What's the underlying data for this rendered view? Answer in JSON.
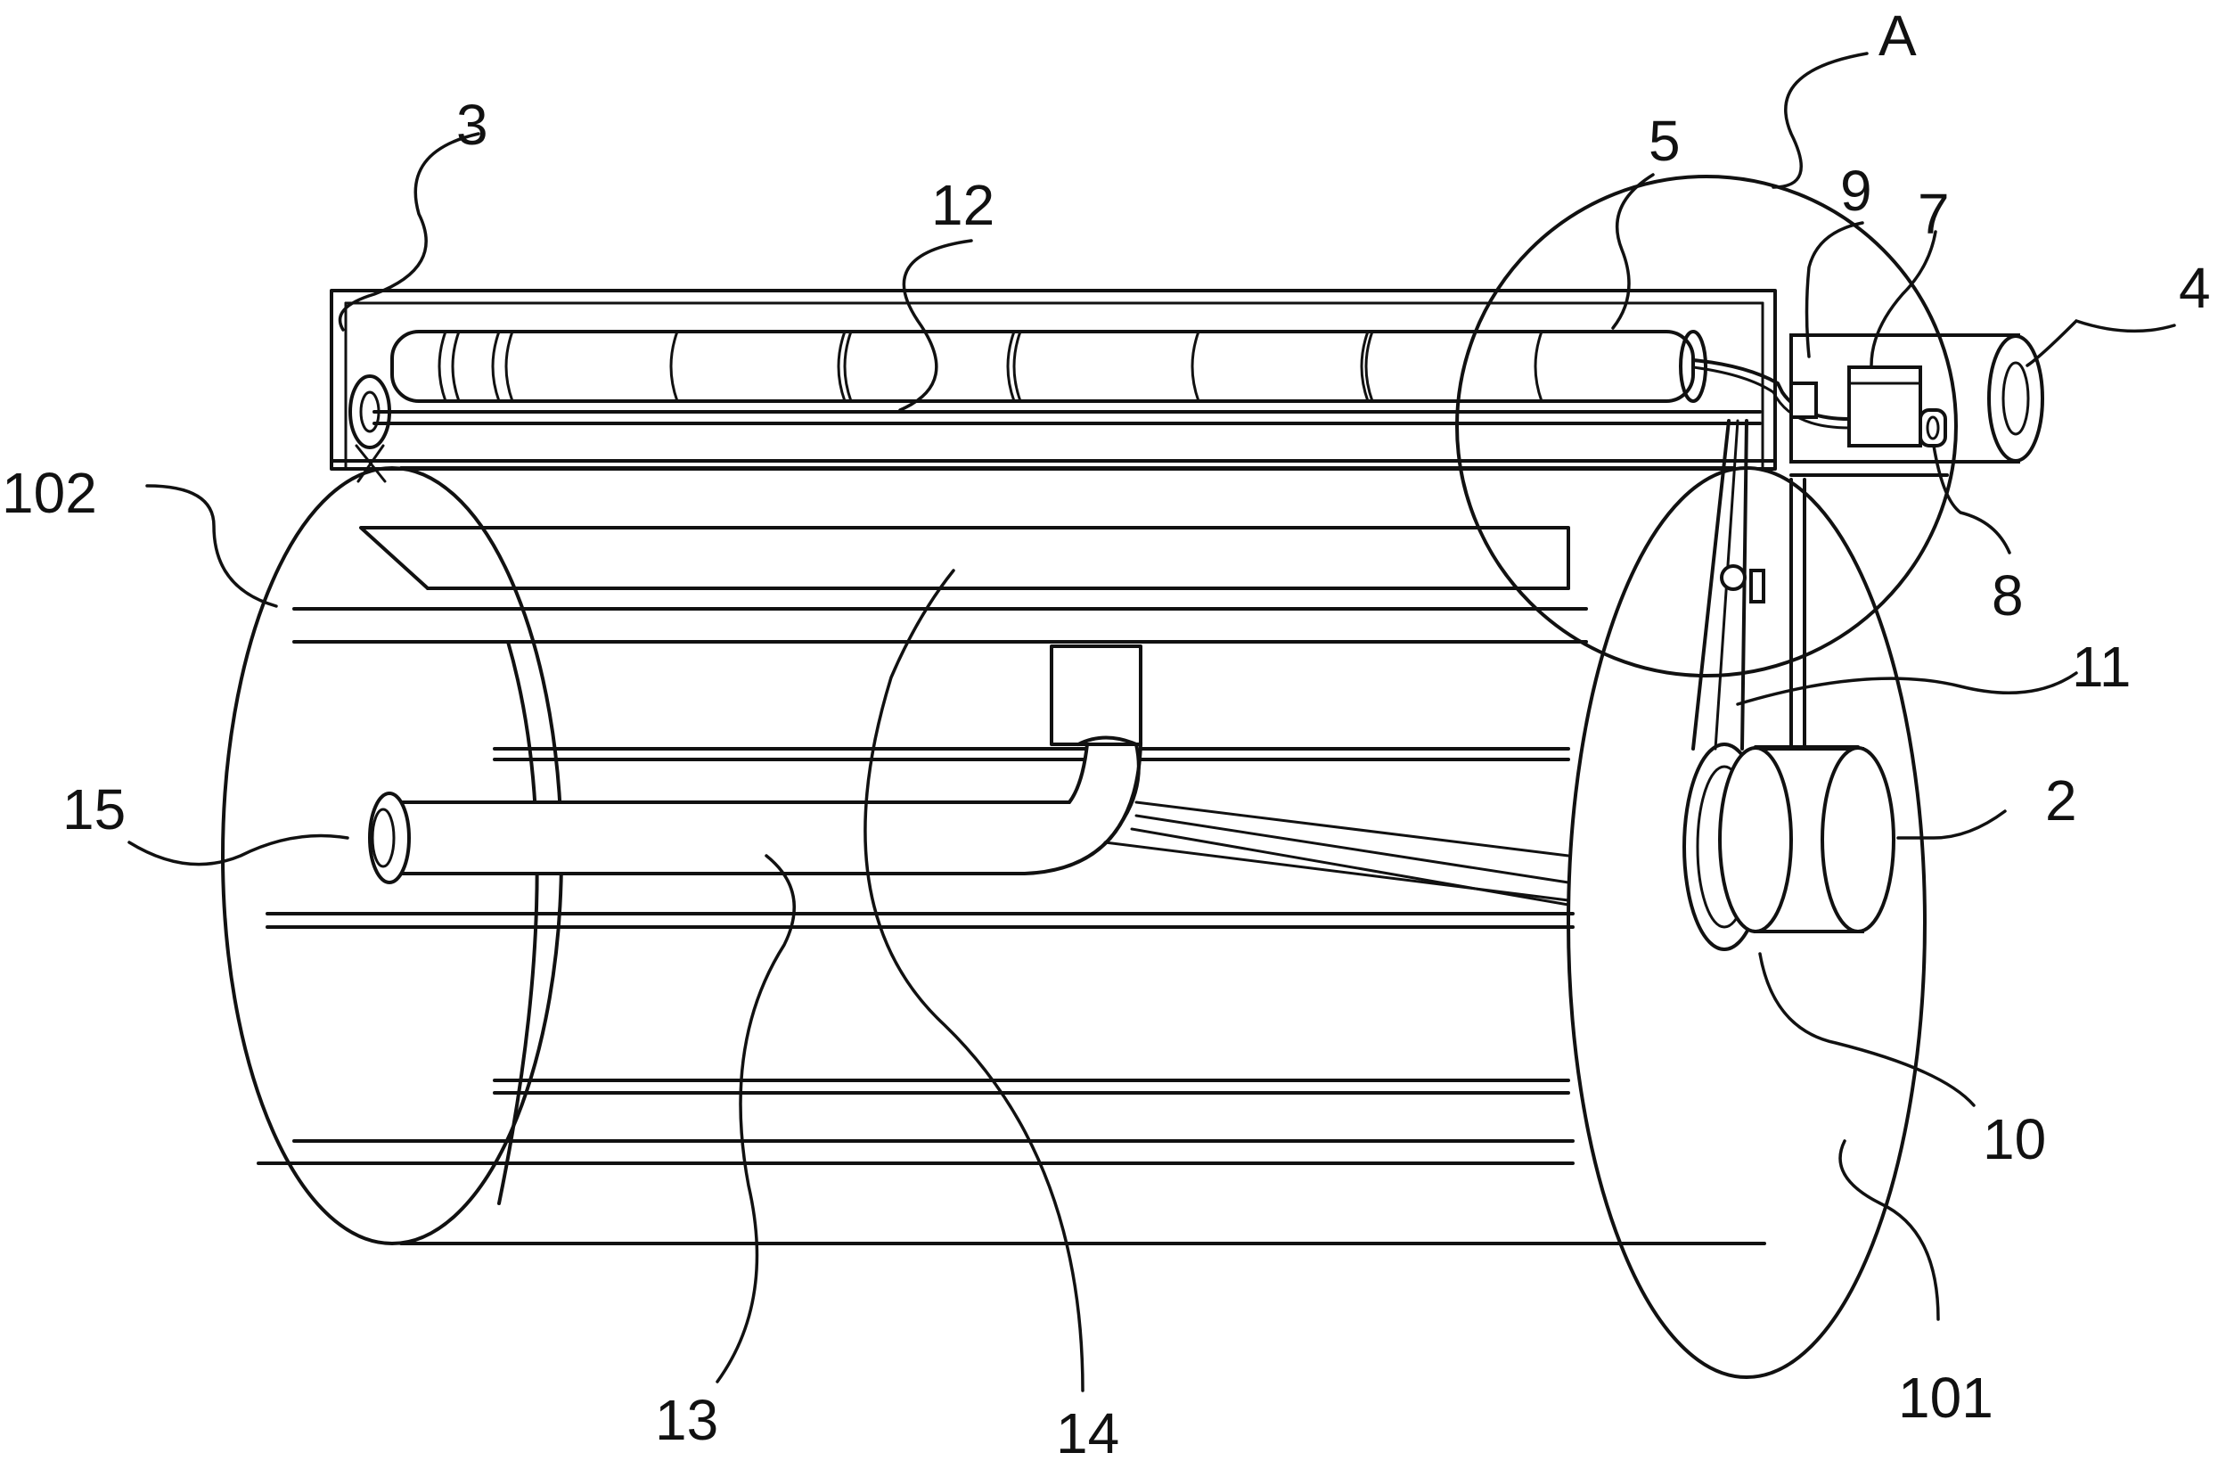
{
  "figure": {
    "labels": {
      "l3": "3",
      "l12": "12",
      "l5": "5",
      "lA": "A",
      "l9": "9",
      "l7": "7",
      "l4": "4",
      "l102": "102",
      "l8": "8",
      "l11": "11",
      "l15": "15",
      "l2": "2",
      "l10": "10",
      "l13": "13",
      "l14": "14",
      "l101": "101"
    }
  }
}
